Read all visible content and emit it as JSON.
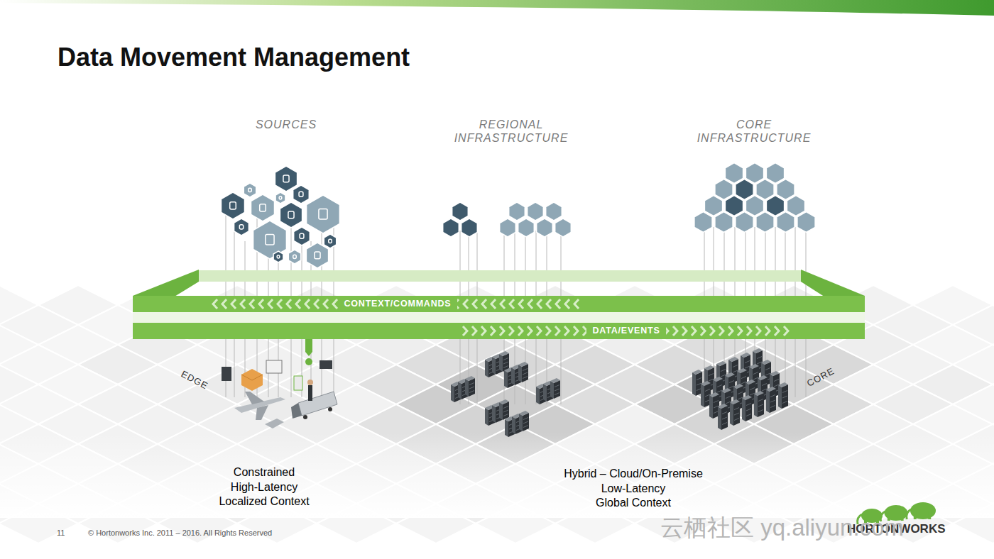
{
  "diagram": {
    "title": "Data Movement Management",
    "nodes": [
      {
        "text": [
          "CONTEXT/COMMANDS"
        ]
      },
      {
        "text": [
          "DATA/EVENTS"
        ]
      }
    ],
    "labels": [
      "SOURCES",
      "REGIONAL INFRASTRUCTURE",
      "CORE INFRASTRUCTURE",
      "EDGE",
      "CORE",
      "Constrained",
      "High-Latency",
      "Localized Context",
      "Hybrid – Cloud/On-Premise",
      "Low-Latency",
      "Global Context",
      "11",
      "© Hortonworks Inc. 2011 – 2016. All Rights Reserved",
      "HORTONWORKS",
      "云栖社区 yq.aliyun.com"
    ]
  }
}
